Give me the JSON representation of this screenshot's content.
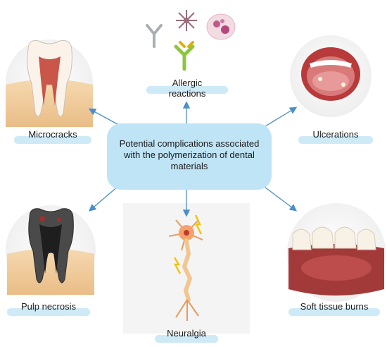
{
  "center": {
    "text_lines": [
      "Potential complications associated",
      "with the polymerization of dental",
      "materials"
    ]
  },
  "nodes": {
    "allergic": {
      "label_lines": [
        "Allergic",
        "reactions"
      ]
    },
    "microcracks": {
      "label": "Microcracks"
    },
    "ulcerations": {
      "label": "Ulcerations"
    },
    "pulp": {
      "label": "Pulp necrosis"
    },
    "neuralgia": {
      "label": "Neuralgia"
    },
    "burns": {
      "label": "Soft tissue burns"
    }
  },
  "colors": {
    "arrow": "#4a8fc9",
    "pill": "#cfeaf7",
    "center_box": "#bfe4f6"
  }
}
